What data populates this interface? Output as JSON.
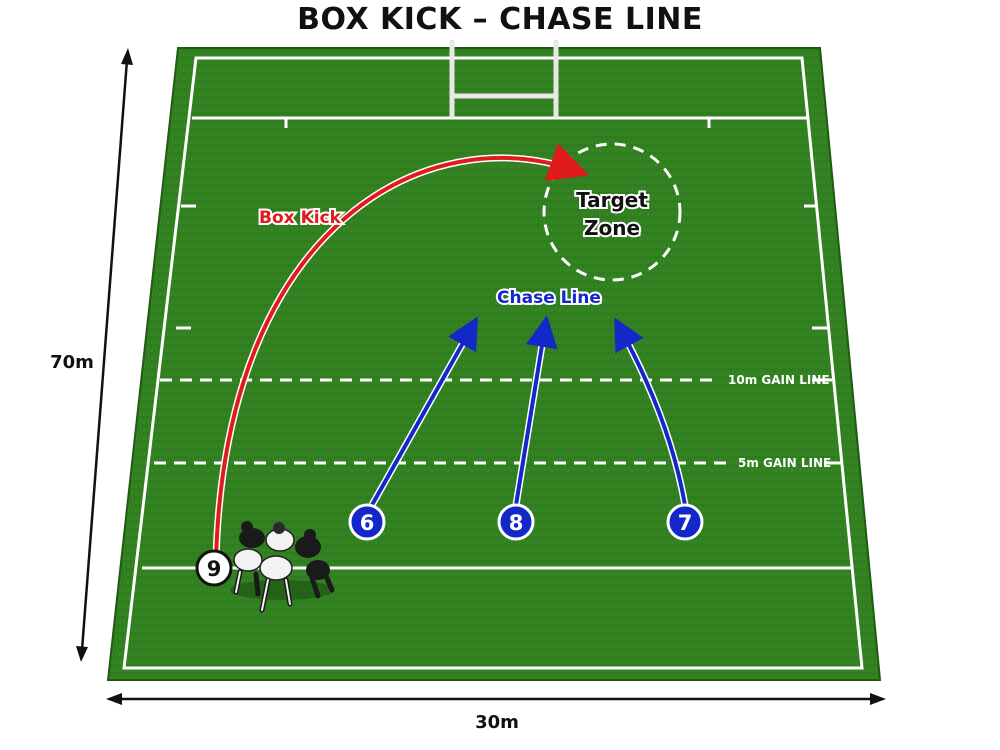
{
  "title": "BOX KICK – CHASE LINE",
  "dimensions": {
    "height_label": "70m",
    "width_label": "30m"
  },
  "labels": {
    "box_kick": "Box Kick",
    "target_zone_line1": "Target",
    "target_zone_line2": "Zone",
    "chase_line": "Chase Line",
    "gain_line_10m": "10m GAIN LINE",
    "gain_line_5m": "5m GAIN LINE"
  },
  "players": {
    "scrum_half": "9",
    "chasers": [
      "6",
      "8",
      "7"
    ]
  },
  "colors": {
    "pitch": "#2f7d1f",
    "pitch_dark": "#256a17",
    "kick_line": "#e01b1b",
    "chase_line": "#1427c8",
    "field_lines": "#ffffff"
  },
  "icons": [
    "goal-posts-icon",
    "scrum-players-icon"
  ]
}
